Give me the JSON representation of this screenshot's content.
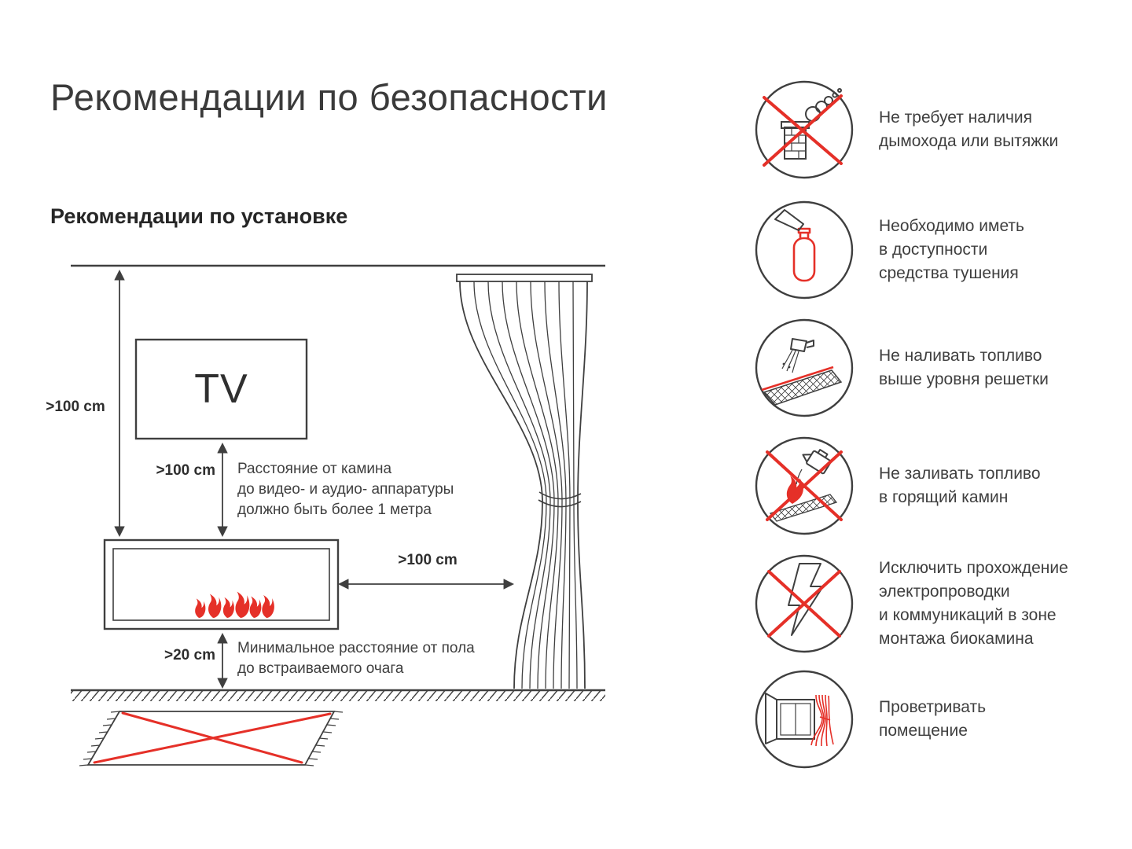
{
  "page": {
    "title": "Рекомендации по безопасности",
    "subtitle": "Рекомендации по установке"
  },
  "diagram": {
    "tv_label": "TV",
    "dim_ceiling": ">100 cm",
    "dim_tv_gap": ">100 cm",
    "dim_curtain_gap": ">100 cm",
    "dim_floor_gap": ">20 cm",
    "note_tv": "Расстояние от камина\nдо видео- и аудио- аппаратуры\nдолжно быть более 1 метра",
    "note_floor": "Минимальное расстояние от пола\nдо встраиваемого очага"
  },
  "safety": {
    "items": [
      {
        "icon": "no-chimney-icon",
        "text": "Не требует наличия\nдымохода или вытяжки"
      },
      {
        "icon": "fire-extinguisher-icon",
        "text": "Необходимо иметь\nв доступности\nсредства тушения"
      },
      {
        "icon": "fuel-level-icon",
        "text": "Не наливать топливо\nвыше уровня решетки"
      },
      {
        "icon": "no-refuel-burning-icon",
        "text": "Не заливать топливо\nв горящий камин"
      },
      {
        "icon": "no-wiring-icon",
        "text": "Исключить прохождение\nэлектропроводки\nи коммуникаций в зоне\nмонтажа биокамина"
      },
      {
        "icon": "ventilation-icon",
        "text": "Проветривать\nпомещение"
      }
    ]
  },
  "colors": {
    "accent_red": "#e53028",
    "line_dark": "#3f3f3f"
  }
}
